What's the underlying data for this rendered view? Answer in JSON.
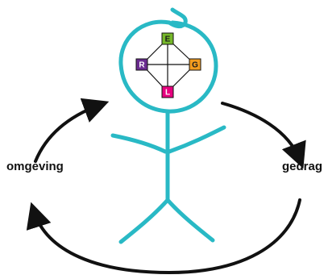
{
  "labels": {
    "left": "omgeving",
    "right": "gedrag"
  },
  "nodes": [
    {
      "id": "top",
      "letter": "E",
      "fill": "#76b82a",
      "text_color": "#1a1a1a"
    },
    {
      "id": "right",
      "letter": "G",
      "fill": "#f39c1f",
      "text_color": "#1a1a1a"
    },
    {
      "id": "bottom",
      "letter": "L",
      "fill": "#e6007e",
      "text_color": "#ffffff"
    },
    {
      "id": "left",
      "letter": "R",
      "fill": "#6b2c91",
      "text_color": "#ffffff"
    }
  ],
  "colors": {
    "figure": "#29b9c5",
    "arrows": "#111111",
    "lines": "#111111"
  }
}
